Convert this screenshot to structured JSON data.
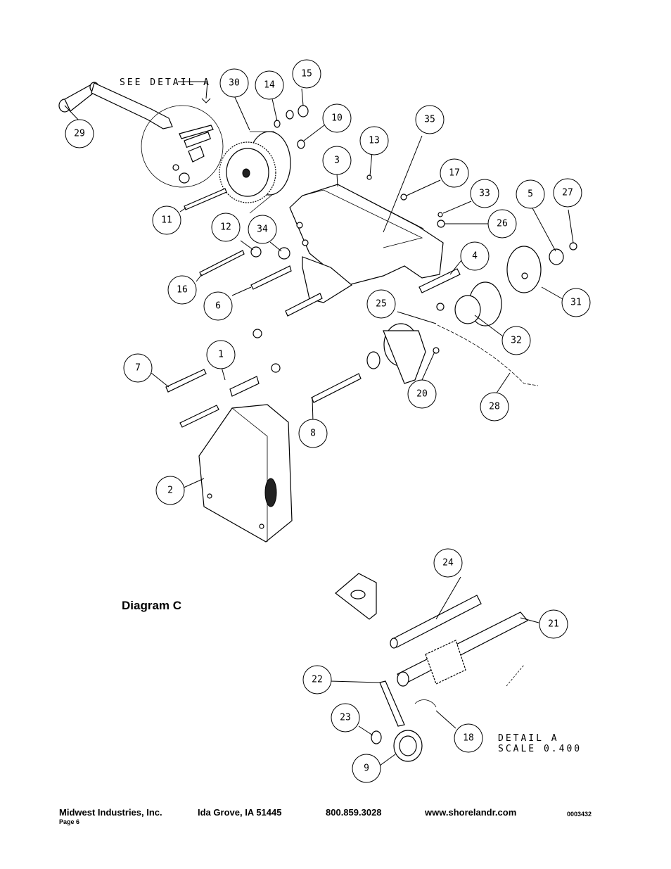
{
  "diagram": {
    "title": "Diagram C",
    "see_detail_label": "SEE DETAIL A",
    "detail_label_line1": "DETAIL A",
    "detail_label_line2": "SCALE 0.400",
    "balloons": [
      "29",
      "30",
      "14",
      "15",
      "10",
      "35",
      "13",
      "3",
      "17",
      "33",
      "5",
      "27",
      "26",
      "11",
      "12",
      "34",
      "16",
      "6",
      "4",
      "31",
      "25",
      "32",
      "7",
      "1",
      "20",
      "28",
      "8",
      "2",
      "24",
      "21",
      "22",
      "23",
      "18",
      "9"
    ]
  },
  "footer": {
    "company": "Midwest Industries, Inc.",
    "page": "Page 6",
    "location": "Ida Grove, IA  51445",
    "phone": "800.859.3028",
    "website": "www.shorelandr.com",
    "doc_number": "0003432"
  }
}
